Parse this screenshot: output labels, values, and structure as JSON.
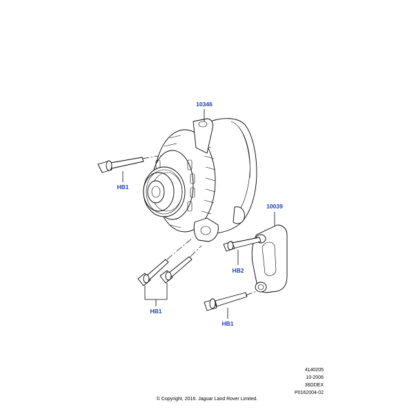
{
  "callouts": {
    "alternator": "10346",
    "bracket": "10039",
    "bolt_top_left": "HB1",
    "bolt_bracket": "HB2",
    "bolt_pair": "HB1",
    "bolt_bottom": "HB1"
  },
  "drawing_info": {
    "line1": "4140205",
    "line2": "10-2006",
    "line3": "36DDEX",
    "line4": "P0162004-02"
  },
  "copyright": "© Copyright, 2016. Jaguar Land Rover Limited."
}
